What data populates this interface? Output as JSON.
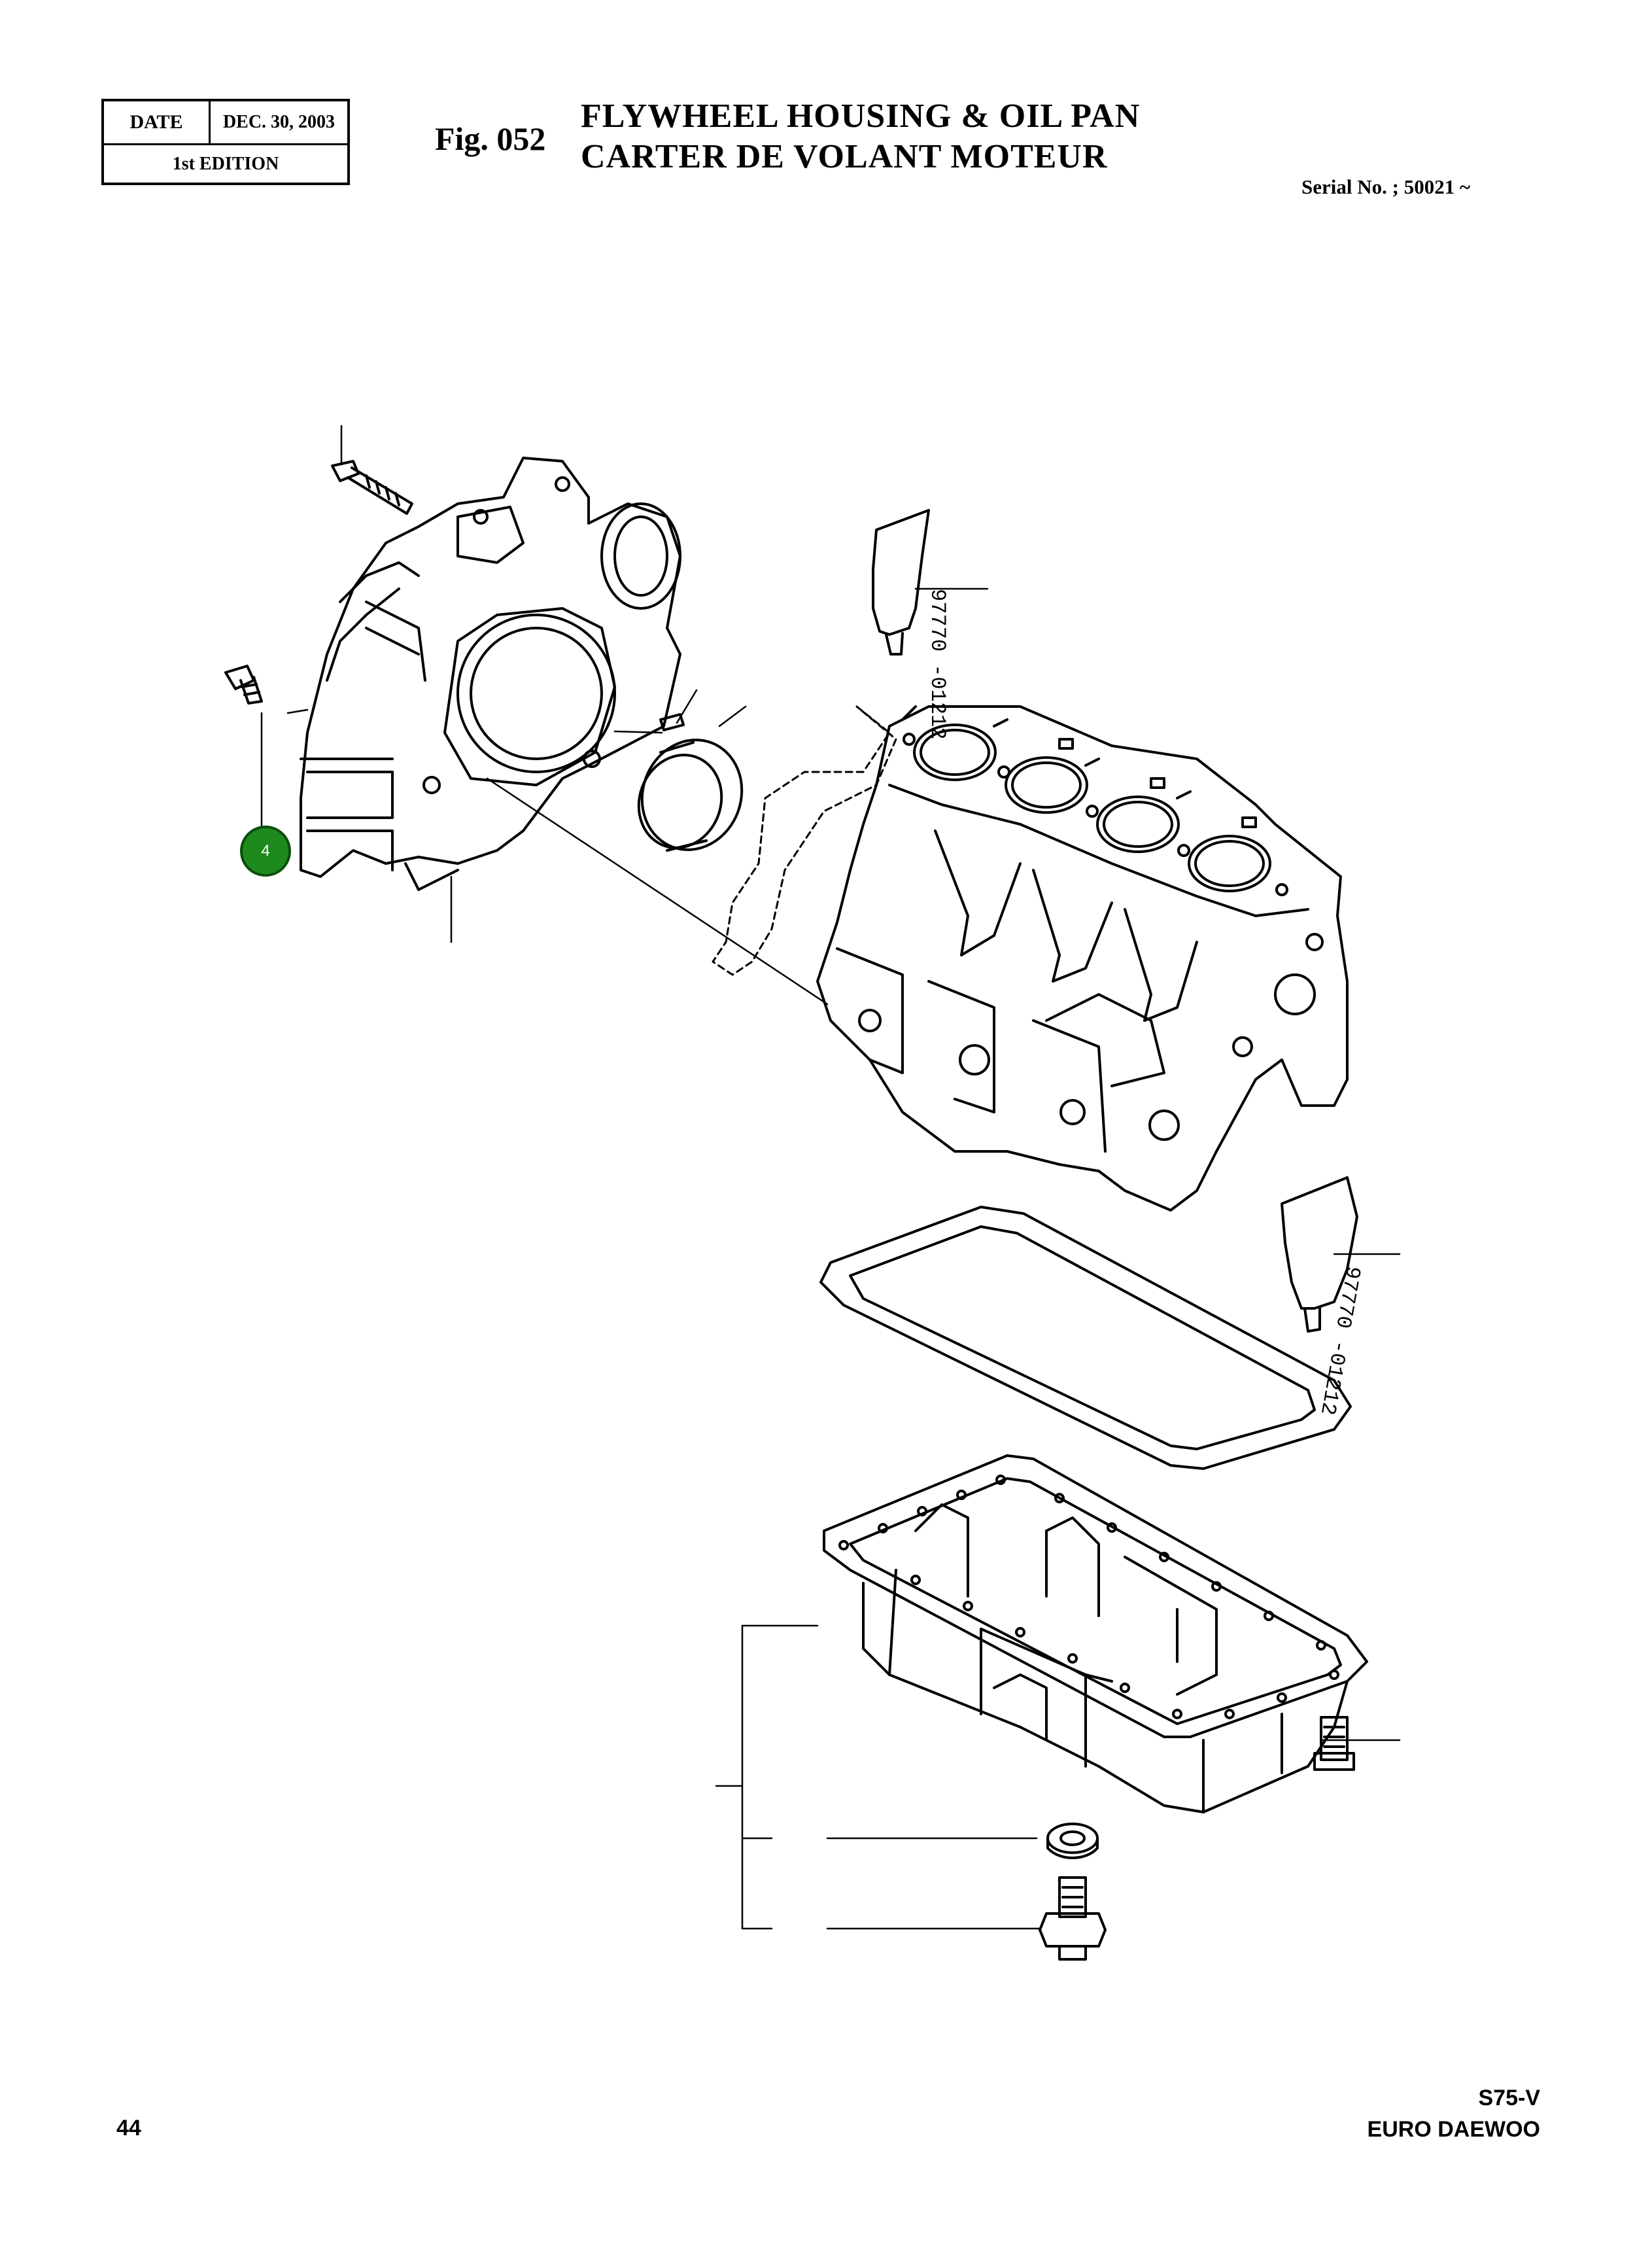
{
  "header": {
    "date_label": "DATE",
    "date_value": "DEC. 30, 2003",
    "edition": "1st EDITION",
    "figure": "Fig. 052",
    "title_en": "FLYWHEEL HOUSING & OIL PAN",
    "title_fr": "CARTER DE VOLANT MOTEUR",
    "serial": "Serial No. ; 50021 ~"
  },
  "diagram": {
    "callout_number": "4",
    "sealant_tube_label": "97770\n-01212",
    "parts": [
      "flywheel-housing",
      "housing-bolt",
      "housing-bolt-short",
      "dowel-pin",
      "oil-seal",
      "housing-gasket",
      "cylinder-block",
      "sealant-tube-upper",
      "sealant-tube-lower",
      "oil-pan-gasket",
      "oil-pan",
      "oil-pan-bolt",
      "drain-washer",
      "drain-plug"
    ],
    "callout_color": "#1e8a1e"
  },
  "footer": {
    "page_number": "44",
    "model": "S75-V",
    "brand": "EURO DAEWOO"
  }
}
